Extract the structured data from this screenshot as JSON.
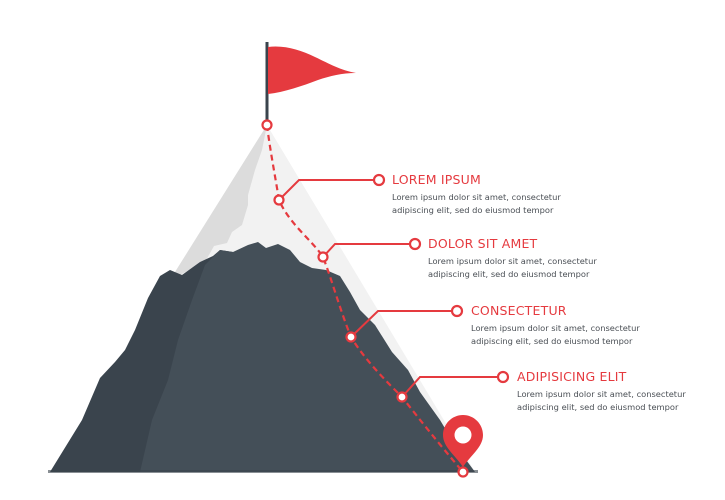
{
  "infographic": {
    "type": "mountain-journey-infographic",
    "colors": {
      "accent": "#e53a3f",
      "mountain_dark": "#3a444d",
      "mountain_mid": "#444f58",
      "snow_light": "#f2f2f2",
      "snow_shadow": "#dcdcdc",
      "pole": "#3a444d",
      "text": "#4a4f55"
    },
    "flag": {
      "icon": "flag-icon"
    },
    "pin": {
      "icon": "map-pin-icon"
    },
    "steps": [
      {
        "title": "LOREM IPSUM",
        "desc_line1": "Lorem ipsum dolor sit amet, consectetur",
        "desc_line2": "adipiscing elit, sed do eiusmod tempor"
      },
      {
        "title": "DOLOR SIT AMET",
        "desc_line1": "Lorem ipsum dolor sit amet, consectetur",
        "desc_line2": "adipiscing elit, sed do eiusmod tempor"
      },
      {
        "title": "CONSECTETUR",
        "desc_line1": "Lorem ipsum dolor sit amet, consectetur",
        "desc_line2": "adipiscing elit, sed do eiusmod tempor"
      },
      {
        "title": "ADIPISICING ELIT",
        "desc_line1": "Lorem ipsum dolor sit amet, consectetur",
        "desc_line2": "adipiscing elit, sed do eiusmod tempor"
      }
    ]
  }
}
